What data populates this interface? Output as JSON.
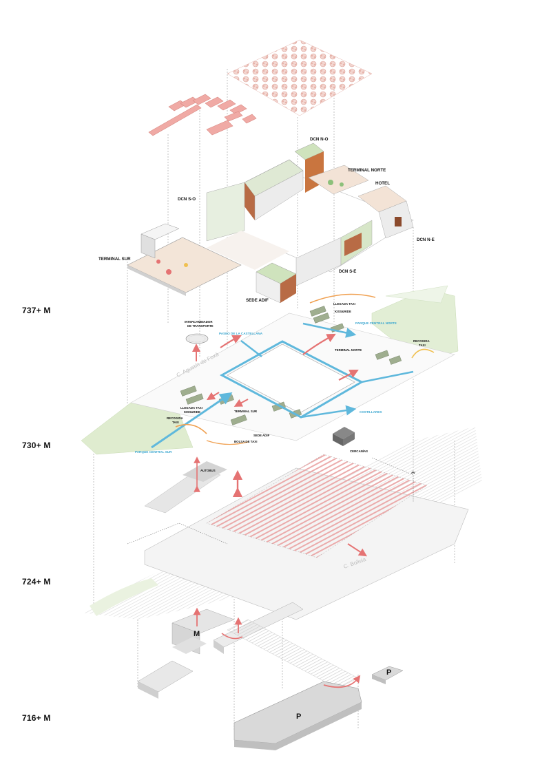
{
  "levels": [
    {
      "name": "level-737",
      "label": "737+ M"
    },
    {
      "name": "level-730",
      "label": "730+ M"
    },
    {
      "name": "level-724",
      "label": "724+ M"
    },
    {
      "name": "level-716",
      "label": "716+ M"
    }
  ],
  "top_level": {
    "dcn_no": "DCN N-O",
    "terminal_norte": "TERMINAL NORTE",
    "hotel": "HOTEL",
    "dcn_so": "DCN S-O",
    "dcn_ne": "DCN N-E",
    "terminal_sur": "TERMINAL SUR",
    "dcn_se": "DCN S-E",
    "sede_adif": "SEDE ADIF"
  },
  "street_level": {
    "llegada_taxi_top": "LLEGADA TAXI",
    "kiss_ride_top": "KISS&RIDE",
    "intercambiador": "INTERCAMBIADOR",
    "de_transporte": "DE TRANSPORTE",
    "paseo_castellana": "PASEO DE LA CASTELLANA",
    "parque_central_norte": "PARQUE CENTRAL NORTE",
    "recogida_r1": "RECOGIDA",
    "recogida_r2": "TAXI",
    "terminal_norte": "TERMINAL NORTE",
    "c_agustin": "C. Agustín de Foxá",
    "llegada_taxi_bottom": "LLEGADA TAXI",
    "kiss_ride_bottom": "KISS&RIDE",
    "recogida_l1": "RECOGIDA",
    "recogida_l2": "TAXI",
    "terminal_sur": "TERMINAL SUR",
    "costillares": "COSTILLARES",
    "sede_adif": "SEDE ADIF",
    "bolsa_taxi": "BOLSA DE TAXI",
    "parque_central_sur": "PARQUE CENTRAL SUR"
  },
  "platform_level": {
    "cercanias": "CERCANÍAS",
    "autobus": "AUTOBUS",
    "av": "AV",
    "c_bolivia": "C. Bolivia"
  },
  "lower_level": {
    "metro": "M",
    "parking_main": "P",
    "parking_small": "P"
  },
  "colors": {
    "accent_red": "#e57373",
    "flow_blue": "#5fb8dc",
    "green_area": "#cfe3bd",
    "orange_flow": "#f0a050",
    "building_grey": "#d9d9d9"
  }
}
